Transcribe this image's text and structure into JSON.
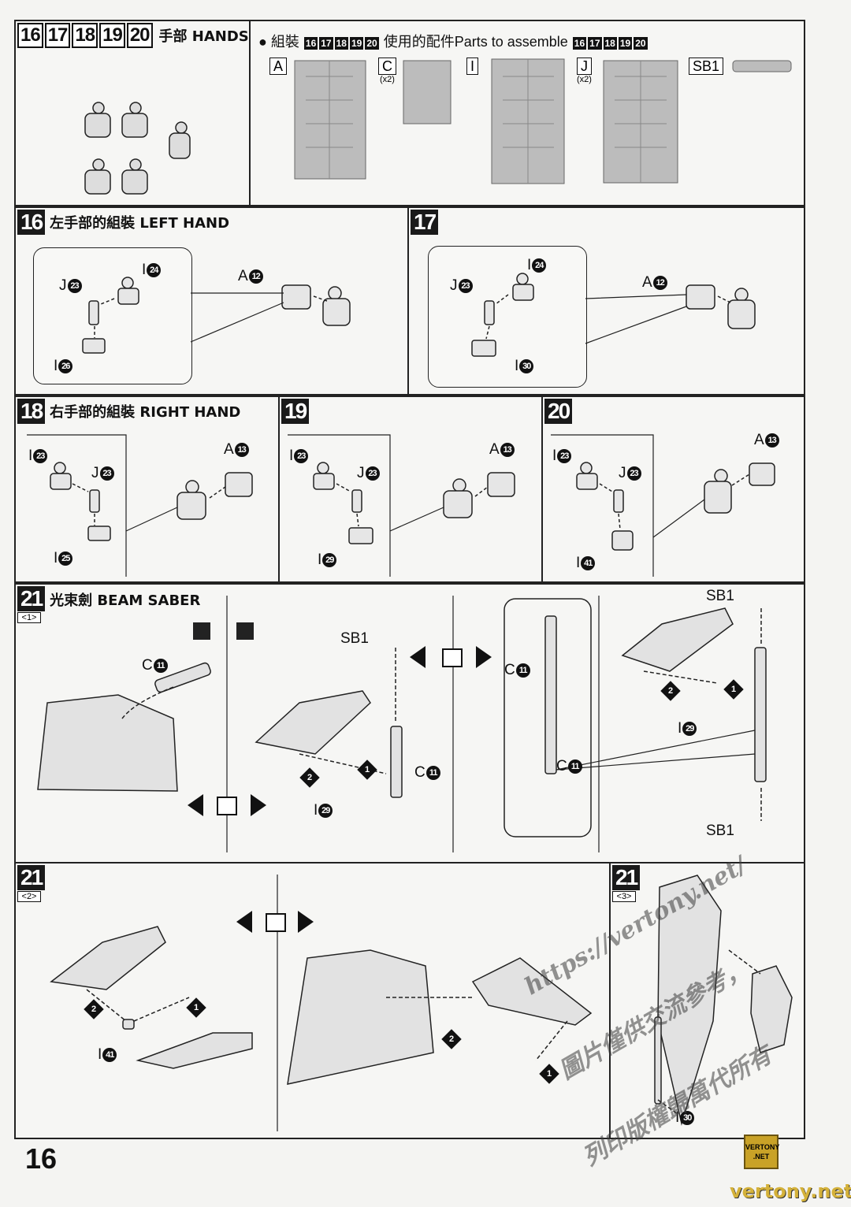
{
  "page_number": "16",
  "hands": {
    "steps": [
      "16",
      "17",
      "18",
      "19",
      "20"
    ],
    "title": "手部 HANDS",
    "parts_label": "● 組裝",
    "parts_label2": "使用的配件Parts to assemble",
    "runners": [
      {
        "id": "A",
        "qty": ""
      },
      {
        "id": "C",
        "qty": "(x2)"
      },
      {
        "id": "I",
        "qty": ""
      },
      {
        "id": "J",
        "qty": "(x2)"
      },
      {
        "id": "SB1",
        "qty": ""
      }
    ]
  },
  "step16": {
    "num": "16",
    "title": "左手部的組裝 LEFT HAND",
    "labels": {
      "j": "J",
      "j_n": "23",
      "i1": "I",
      "i1_n": "24",
      "i2": "I",
      "i2_n": "26",
      "a": "A",
      "a_n": "12"
    }
  },
  "step17": {
    "num": "17",
    "labels": {
      "j": "J",
      "j_n": "23",
      "i1": "I",
      "i1_n": "24",
      "i2": "I",
      "i2_n": "30",
      "a": "A",
      "a_n": "12"
    }
  },
  "step18": {
    "num": "18",
    "title": "右手部的組裝 RIGHT HAND",
    "labels": {
      "i1": "I",
      "i1_n": "23",
      "j": "J",
      "j_n": "23",
      "i2": "I",
      "i2_n": "25",
      "a": "A",
      "a_n": "13"
    }
  },
  "step19": {
    "num": "19",
    "labels": {
      "i1": "I",
      "i1_n": "23",
      "j": "J",
      "j_n": "23",
      "i2": "I",
      "i2_n": "29",
      "a": "A",
      "a_n": "13"
    }
  },
  "step20": {
    "num": "20",
    "labels": {
      "i1": "I",
      "i1_n": "23",
      "j": "J",
      "j_n": "23",
      "i2": "I",
      "i2_n": "41",
      "a": "A",
      "a_n": "13"
    }
  },
  "step21_1": {
    "num": "21",
    "sub": "<1>",
    "title": "光束劍 BEAM SABER",
    "labels": {
      "c": "C",
      "c_n": "11",
      "sb1a": "SB1",
      "c2": "C",
      "c2_n": "11",
      "i": "I",
      "i_n": "29",
      "c3": "C",
      "c3_n": "11",
      "c4": "C",
      "c4_n": "11",
      "sb1b": "SB1",
      "i2": "I",
      "i2_n": "29",
      "sb1c": "SB1"
    },
    "seq": [
      "1",
      "2"
    ]
  },
  "step21_2": {
    "num": "21",
    "sub": "<2>",
    "labels": {
      "i": "I",
      "i_n": "41"
    },
    "seq": [
      "1",
      "2"
    ]
  },
  "step21_3": {
    "num": "21",
    "sub": "<3>",
    "labels": {
      "i": "I",
      "i_n": "30"
    }
  },
  "watermark": {
    "url": "https://vertony.net/",
    "cn1": "圖片僅供交流參考，",
    "cn2": "列印版權歸萬代所有",
    "site": "vertony.net",
    "badge": "VERTONY .NET"
  }
}
